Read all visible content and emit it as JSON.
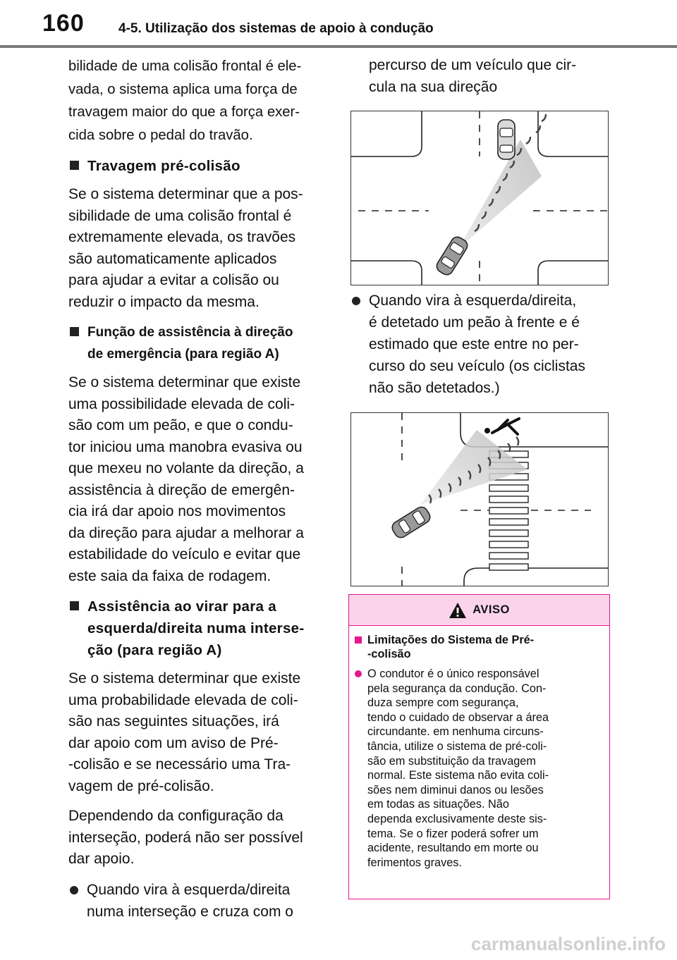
{
  "header": {
    "page_number": "160",
    "section_title": "4-5. Utilização dos sistemas de apoio à condução"
  },
  "left_column": {
    "intro": "bilidade de uma colisão frontal é ele-\nvada, o sistema aplica uma força de\ntravagem maior do que a força exer-\ncida sobre o pedal do travão.",
    "heading_brake": "Travagem pré-colisão",
    "para_brake": "Se o sistema determinar que a pos-\nsibilidade de uma colisão frontal é\nextremamente elevada, os travões\nsão automaticamente aplicados\npara ajudar a evitar a colisão ou\nreduzir o impacto da mesma.",
    "heading_steer": "Função de assistência à direção\nde emergência (para região A)",
    "para_steer": "Se o sistema determinar que existe\numa possibilidade elevada de coli-\nsão com um peão, e que o condu-\ntor iniciou uma manobra evasiva ou\nque mexeu no volante da direção, a\nassistência à direção de emergên-\ncia irá dar apoio nos movimentos\nda direção para ajudar a melhorar a\nestabilidade do veículo e evitar que\neste saia da faixa de rodagem.",
    "heading_turn": "Assistência ao virar para a\nesquerda/direita numa interse-\nção (para região A)",
    "para_turn": "Se o sistema determinar que existe\numa probabilidade elevada de coli-\nsão nas seguintes situações, irá\ndar apoio com um aviso de Pré-\n-colisão e se necessário uma Tra-\nvagem de pré-colisão.",
    "para_depend": "Dependendo da configuração da\ninterseção, poderá não ser possível\ndar apoio.",
    "bullet_cross": "Quando vira à esquerda/direita\nnuma interseção e cruza com o"
  },
  "right_column": {
    "continuation": "percurso de um veículo que cir-\ncula na sua direção",
    "bullet_ped": "Quando vira à esquerda/direita,\né detetado um peão à frente e é\nestimado que este entre no per-\ncurso do seu veículo (os ciclistas\nnão são detetados.)"
  },
  "warning": {
    "title": "AVISO",
    "subheading": "Limitações do Sistema de Pré-\n-colisão",
    "body": "O condutor é o único responsável\npela segurança da condução. Con-\nduza sempre com segurança,\ntendo o cuidado de observar a área\ncircundante. em nenhuma circuns-\ntância, utilize o sistema de pré-coli-\nsão em substituição da travagem\nnormal. Este sistema não evita coli-\nsões nem diminui danos ou lesões\nem todas as situações. Não\ndependa exclusivamente deste sis-\ntema. Se o fizer poderá sofrer um\nacidente, resultando em morte ou\nferimentos graves."
  },
  "watermark": "carmanualsonline.info",
  "colors": {
    "accent": "#e6178c",
    "warning_bg": "#fbd4ec",
    "header_rule": "#7a7a7a"
  }
}
